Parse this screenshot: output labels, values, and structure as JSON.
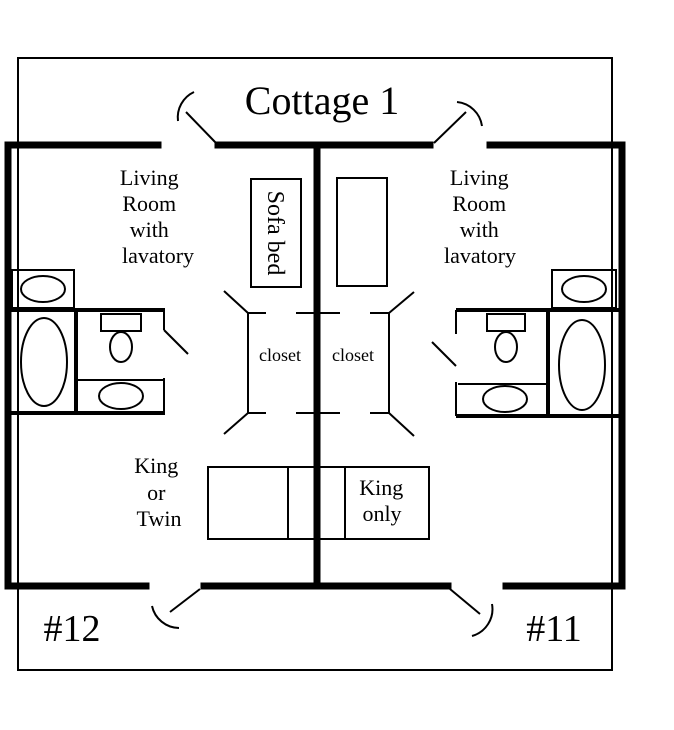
{
  "title": "Cottage 1",
  "units": {
    "left": "#12",
    "right": "#11"
  },
  "rooms": {
    "living_left": [
      "Living",
      "Room",
      "with",
      "lavatory"
    ],
    "living_right": [
      "Living",
      "Room",
      "with",
      "lavatory"
    ],
    "sofa_bed": "Sofa bed",
    "closet_left": "closet",
    "closet_right": "closet",
    "bed_left": [
      "King",
      "or",
      "Twin"
    ],
    "bed_right": [
      "King",
      "only"
    ]
  }
}
